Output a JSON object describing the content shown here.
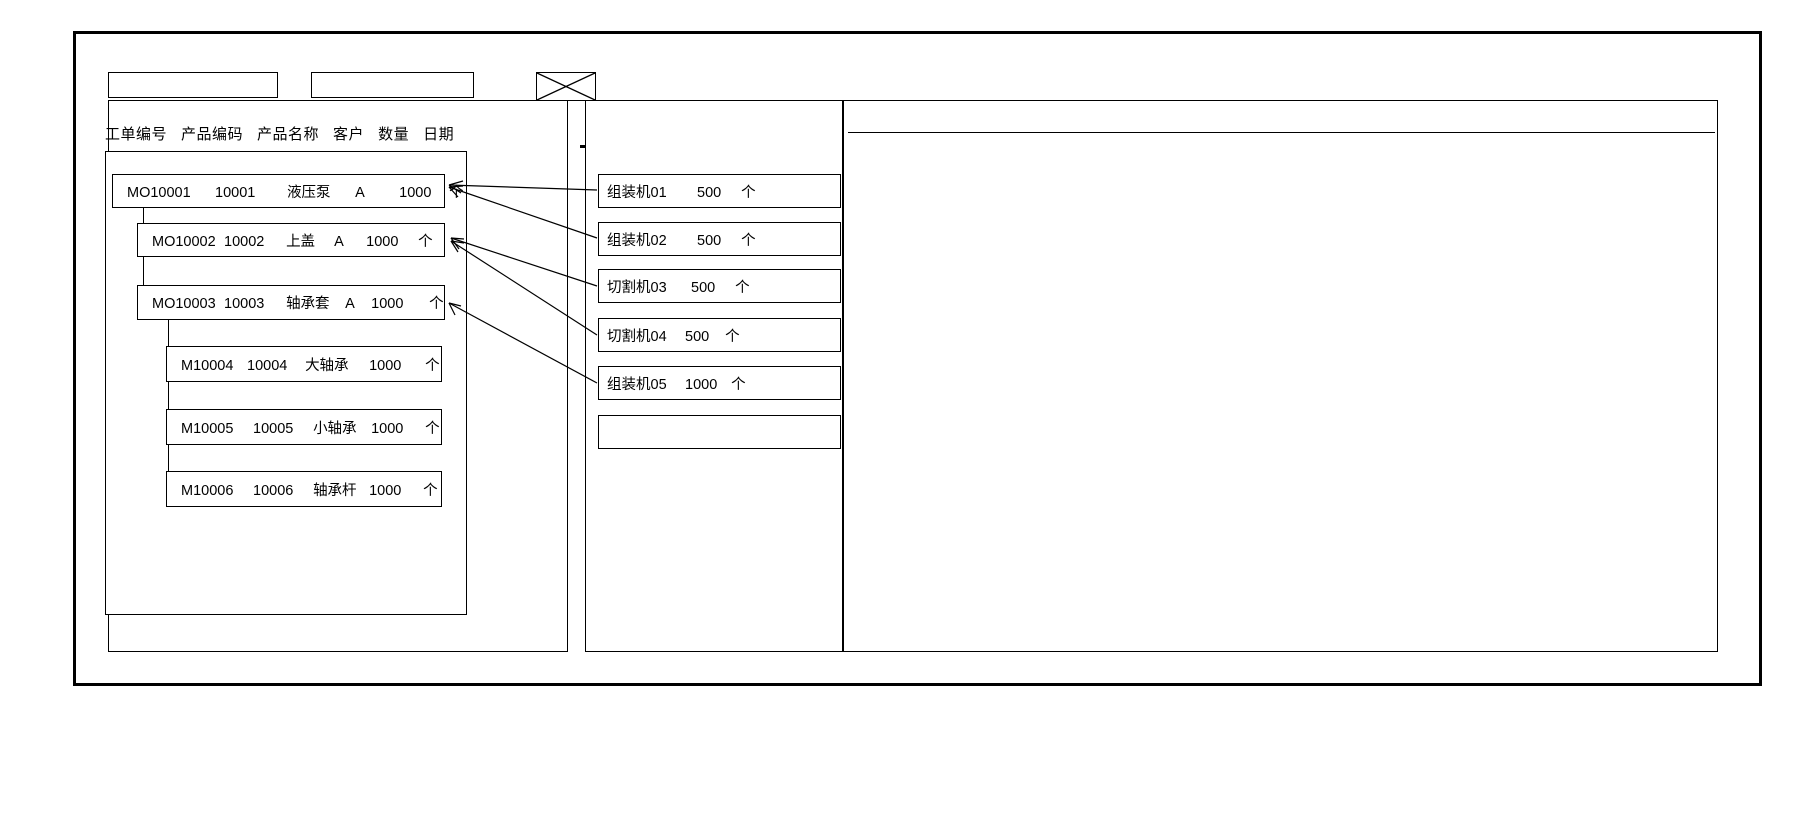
{
  "window": {
    "title": ""
  },
  "toolbar": {
    "field_1": {
      "value": "",
      "placeholder": ""
    },
    "field_2": {
      "value": "",
      "placeholder": ""
    },
    "placeholder_icon": "crossed-box-icon"
  },
  "left_panel": {
    "columns": [
      "工单编号",
      "产品编码",
      "产品名称",
      "客户",
      "数量",
      "日期"
    ],
    "rows": [
      {
        "level": 0,
        "order_no": "MO10001",
        "product_code": "10001",
        "product_name": "液压泵",
        "customer": "A",
        "qty": "1000",
        "unit": "个"
      },
      {
        "level": 1,
        "order_no": "MO10002",
        "product_code": "10002",
        "product_name": "上盖",
        "customer": "A",
        "qty": "1000",
        "unit": "个"
      },
      {
        "level": 1,
        "order_no": "MO10003",
        "product_code": "10003",
        "product_name": "轴承套",
        "customer": "A",
        "qty": "1000",
        "unit": "个"
      },
      {
        "level": 2,
        "order_no": "M10004",
        "product_code": "10004",
        "product_name": "大轴承",
        "customer": "",
        "qty": "1000",
        "unit": "个"
      },
      {
        "level": 2,
        "order_no": "M10005",
        "product_code": "10005",
        "product_name": "小轴承",
        "customer": "",
        "qty": "1000",
        "unit": "个"
      },
      {
        "level": 2,
        "order_no": "M10006",
        "product_code": "10006",
        "product_name": "轴承杆",
        "customer": "",
        "qty": "1000",
        "unit": "个"
      }
    ]
  },
  "middle_panel": {
    "rows": [
      {
        "machine": "组装机01",
        "qty": "500",
        "unit": "个"
      },
      {
        "machine": "组装机02",
        "qty": "500",
        "unit": "个"
      },
      {
        "machine": "切割机03",
        "qty": "500",
        "unit": "个"
      },
      {
        "machine": "切割机04",
        "qty": "500",
        "unit": "个"
      },
      {
        "machine": "组装机05",
        "qty": "1000",
        "unit": "个"
      },
      {
        "machine": "",
        "qty": "",
        "unit": ""
      }
    ]
  },
  "right_panel": {
    "header": "",
    "body": ""
  },
  "colors": {
    "line": "#000000",
    "background": "#ffffff"
  }
}
